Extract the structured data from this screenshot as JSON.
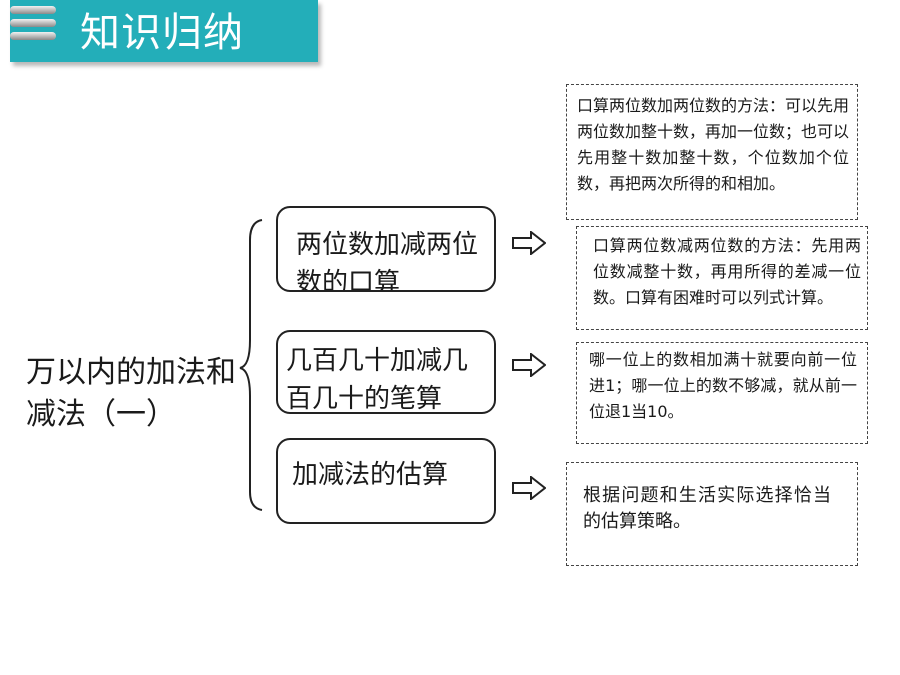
{
  "header": {
    "title": "知识归纳"
  },
  "colors": {
    "banner": "#23aeb9",
    "text": "#1a1a1a",
    "border": "#222222"
  },
  "diagram": {
    "root": "万以内的加法和减法（一）",
    "topics": [
      {
        "label": "两位数加减两位数的口算",
        "notes": [
          "口算两位数加两位数的方法：可以先用两位数加整十数，再加一位数；也可以先用整十数加整十数，个位数加个位数，再把两次所得的和相加。",
          "口算两位数减两位数的方法：先用两位数减整十数，再用所得的差减一位数。口算有困难时可以列式计算。"
        ]
      },
      {
        "label": "几百几十加减几百几十的笔算",
        "notes": [
          "哪一位上的数相加满十就要向前一位进1；哪一位上的数不够减，就从前一位退1当10。"
        ]
      },
      {
        "label": "加减法的估算",
        "notes": [
          "根据问题和生活实际选择恰当的估算策略。"
        ]
      }
    ]
  }
}
